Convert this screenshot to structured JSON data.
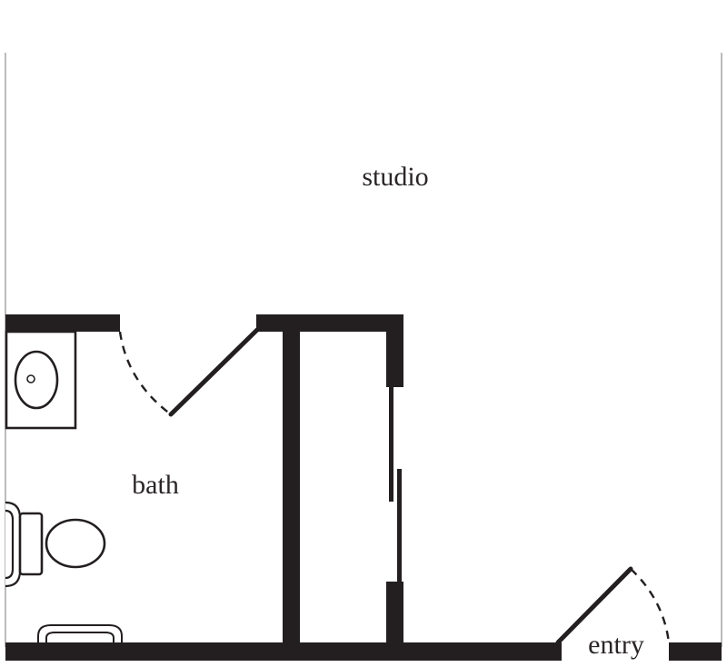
{
  "diagram": {
    "type": "floor-plan",
    "rooms": [
      {
        "id": "studio",
        "label": "studio"
      },
      {
        "id": "bath",
        "label": "bath"
      },
      {
        "id": "entry",
        "label": "entry"
      }
    ],
    "fixtures": [
      {
        "name": "sink",
        "room": "bath"
      },
      {
        "name": "toilet",
        "room": "bath"
      },
      {
        "name": "bathtub",
        "room": "bath"
      },
      {
        "name": "towel-bar",
        "room": "bath"
      }
    ],
    "doors": [
      {
        "name": "bath-door",
        "style": "swing"
      },
      {
        "name": "entry-door",
        "style": "swing"
      },
      {
        "name": "closet-door",
        "style": "sliding-bypass"
      }
    ],
    "colors": {
      "wall": "#231f20",
      "background": "#ffffff",
      "label": "#2a2526",
      "border": "#8e8e8e"
    }
  }
}
